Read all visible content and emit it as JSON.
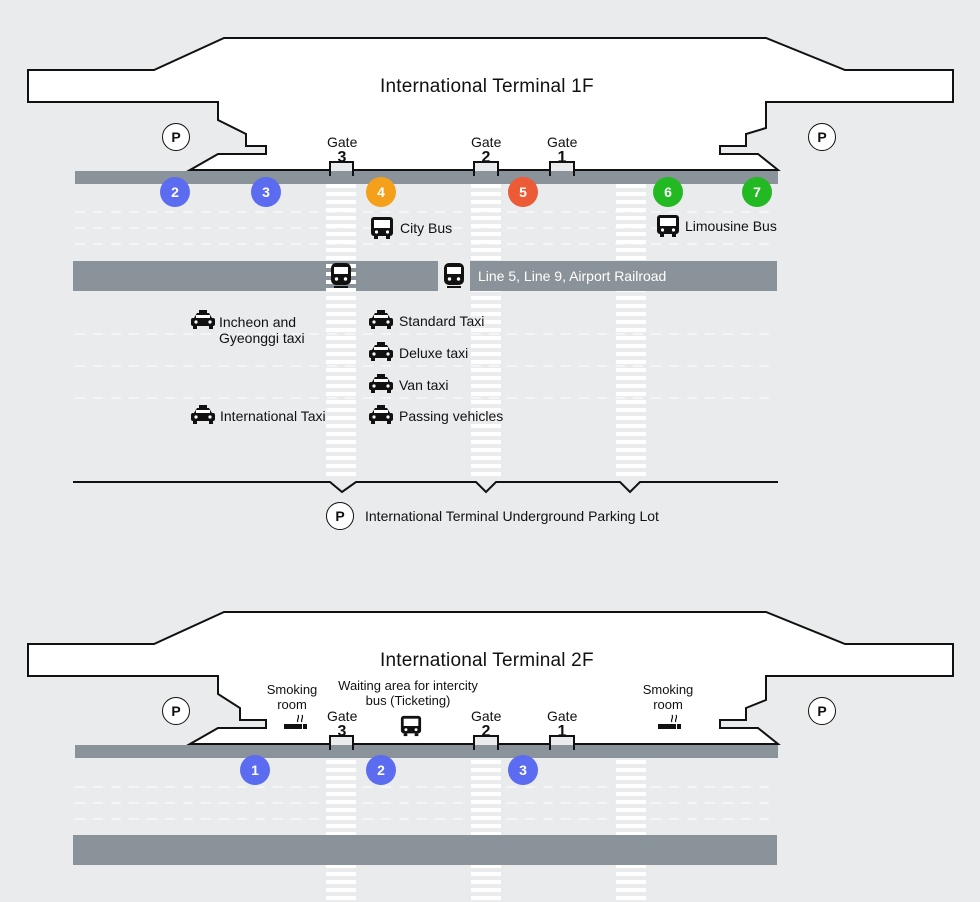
{
  "floor1": {
    "title": "International Terminal 1F",
    "gates": [
      {
        "word": "Gate",
        "num": "3"
      },
      {
        "word": "Gate",
        "num": "2"
      },
      {
        "word": "Gate",
        "num": "1"
      }
    ],
    "stops": [
      {
        "num": "2",
        "color": "#5b6cf0"
      },
      {
        "num": "3",
        "color": "#5b6cf0"
      },
      {
        "num": "4",
        "color": "#f5a01a"
      },
      {
        "num": "5",
        "color": "#ec5a36"
      },
      {
        "num": "6",
        "color": "#22b922"
      },
      {
        "num": "7",
        "color": "#22b922"
      }
    ],
    "city_bus": "City Bus",
    "limousine_bus": "Limousine Bus",
    "rail_label": "Line 5, Line 9, Airport Railroad",
    "taxi_incheon_1": "Incheon and",
    "taxi_incheon_2": "Gyeonggi taxi",
    "taxi_international": "International Taxi",
    "taxi_standard": "Standard Taxi",
    "taxi_deluxe": "Deluxe taxi",
    "taxi_van": "Van taxi",
    "passing_vehicles": "Passing vehicles",
    "parking_symbol": "P",
    "underground_parking": "International Terminal Underground Parking Lot"
  },
  "floor2": {
    "title": "International Terminal 2F",
    "gates": [
      {
        "word": "Gate",
        "num": "3"
      },
      {
        "word": "Gate",
        "num": "2"
      },
      {
        "word": "Gate",
        "num": "1"
      }
    ],
    "stops": [
      {
        "num": "1",
        "color": "#5b6cf0"
      },
      {
        "num": "2",
        "color": "#5b6cf0"
      },
      {
        "num": "3",
        "color": "#5b6cf0"
      }
    ],
    "smoking_left_1": "Smoking",
    "smoking_left_2": "room",
    "smoking_right_1": "Smoking",
    "smoking_right_2": "room",
    "waiting_1": "Waiting area for intercity",
    "waiting_2": "bus (Ticketing)",
    "parking_symbol": "P"
  },
  "colors": {
    "background": "#e9ebed",
    "road": "#8a9399",
    "curb": "#8a9399",
    "crosswalk": "#ffffff",
    "lane_dash": "#ffffff"
  },
  "icons": {
    "bus": "bus-icon",
    "taxi": "taxi-icon",
    "train": "train-icon",
    "smoking": "smoking-icon",
    "parking": "parking-icon"
  }
}
